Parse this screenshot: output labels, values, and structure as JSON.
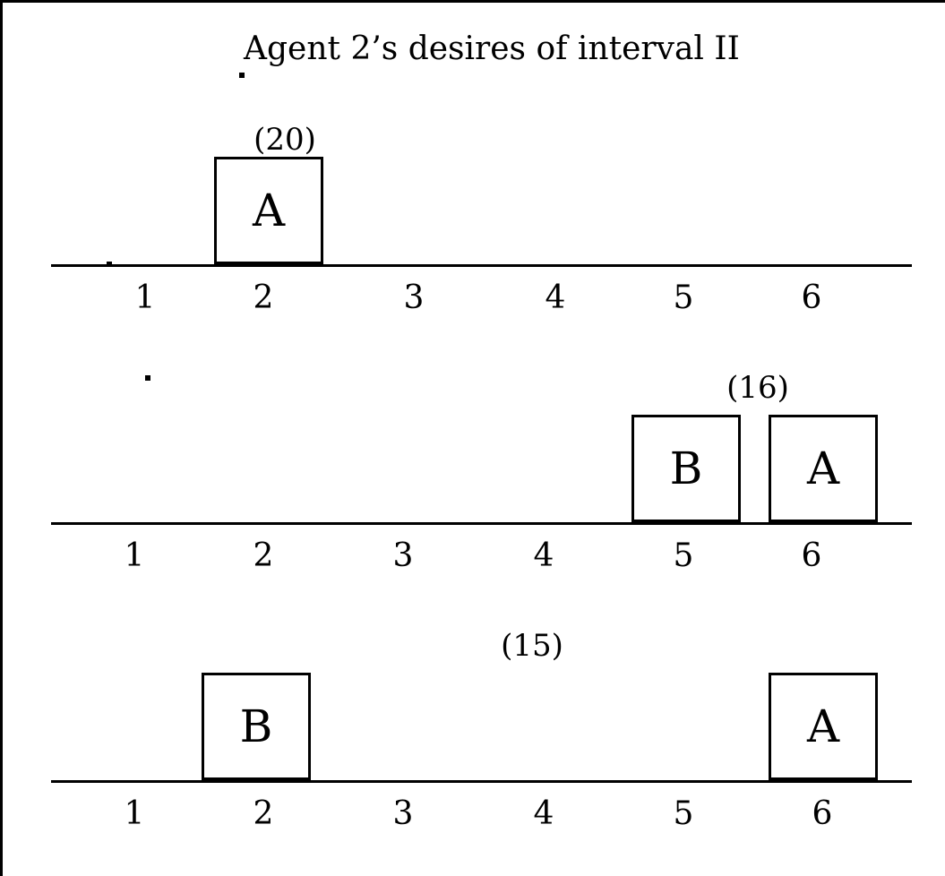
{
  "title": "Agent 2’s desires of interval II",
  "rows": [
    {
      "value_label": "(20)",
      "ticks": [
        "1",
        "2",
        "3",
        "4",
        "5",
        "6"
      ],
      "boxes": [
        {
          "label": "A"
        }
      ]
    },
    {
      "value_label": "(16)",
      "ticks": [
        "1",
        "2",
        "3",
        "4",
        "5",
        "6"
      ],
      "boxes": [
        {
          "label": "B"
        },
        {
          "label": "A"
        }
      ]
    },
    {
      "value_label": "(15)",
      "ticks": [
        "1",
        "2",
        "3",
        "4",
        "5",
        "6"
      ],
      "boxes": [
        {
          "label": "B"
        },
        {
          "label": "A"
        }
      ]
    }
  ]
}
